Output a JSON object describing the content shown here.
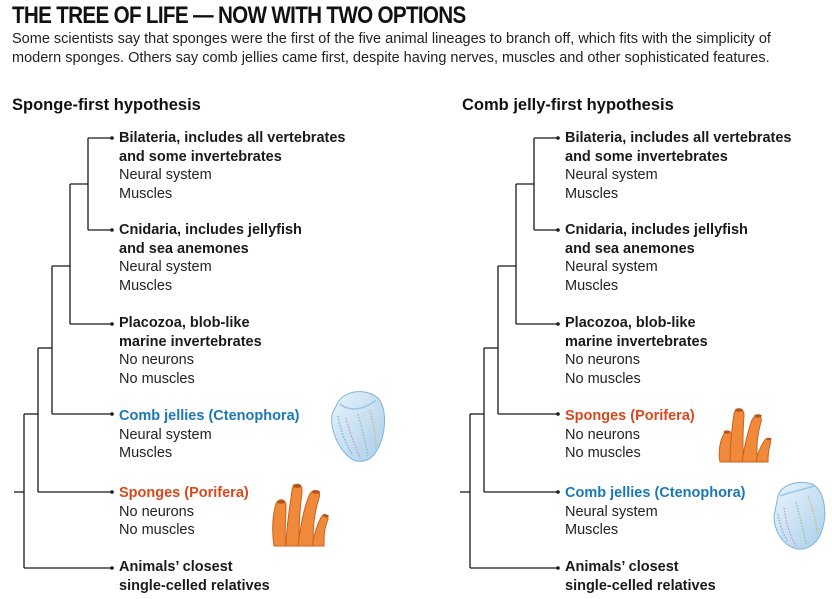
{
  "title": "THE TREE OF LIFE — NOW WITH TWO OPTIONS",
  "intro": "Some scientists say that sponges were the first of the five animal lineages to branch off, which fits with the simplicity of modern sponges. Others say comb jellies came first, despite having nerves, muscles and other sophisticated features.",
  "colors": {
    "ctenophora": "#1a77b8",
    "porifera": "#d9481c",
    "line": "#1a1a1a",
    "sponge_fill": "#f08a3a",
    "jelly_fill": "#cfe6f7"
  },
  "left_panel": {
    "heading": "Sponge-first hypothesis",
    "leaves": [
      {
        "name_line1": "Bilateria, includes all vertebrates",
        "name_line2": "and some invertebrates",
        "trait1": "Neural system",
        "trait2": "Muscles"
      },
      {
        "name_line1": "Cnidaria, includes jellyfish",
        "name_line2": "and sea anemones",
        "trait1": "Neural system",
        "trait2": "Muscles"
      },
      {
        "name_line1": "Placozoa, blob-like",
        "name_line2": "marine invertebrates",
        "trait1": "No neurons",
        "trait2": "No muscles"
      },
      {
        "name_line1": "Comb jellies (Ctenophora)",
        "trait1": "Neural system",
        "trait2": "Muscles"
      },
      {
        "name_line1": "Sponges (Porifera)",
        "trait1": "No neurons",
        "trait2": "No muscles"
      },
      {
        "name_line1": "Animals’ closest",
        "name_line2": "single-celled relatives"
      }
    ],
    "illustrations": [
      "comb-jelly-icon",
      "sponge-icon"
    ]
  },
  "right_panel": {
    "heading": "Comb jelly-first hypothesis",
    "leaves": [
      {
        "name_line1": "Bilateria, includes all vertebrates",
        "name_line2": "and some invertebrates",
        "trait1": "Neural system",
        "trait2": "Muscles"
      },
      {
        "name_line1": "Cnidaria, includes jellyfish",
        "name_line2": "and sea anemones",
        "trait1": "Neural system",
        "trait2": "Muscles"
      },
      {
        "name_line1": "Placozoa, blob-like",
        "name_line2": "marine invertebrates",
        "trait1": "No neurons",
        "trait2": "No muscles"
      },
      {
        "name_line1": "Sponges (Porifera)",
        "trait1": "No neurons",
        "trait2": "No muscles"
      },
      {
        "name_line1": "Comb jellies (Ctenophora)",
        "trait1": "Neural system",
        "trait2": "Muscles"
      },
      {
        "name_line1": "Animals’ closest",
        "name_line2": "single-celled relatives"
      }
    ],
    "illustrations": [
      "sponge-icon",
      "comb-jelly-icon"
    ]
  }
}
